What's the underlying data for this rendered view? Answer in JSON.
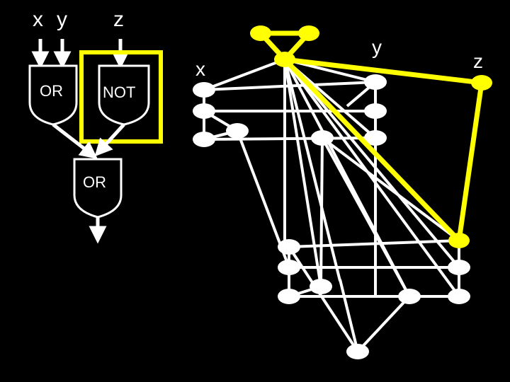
{
  "circuit": {
    "inputs": {
      "x": "x",
      "y": "y",
      "z": "z"
    },
    "gates": {
      "or1": "OR",
      "not": "NOT",
      "or2": "OR"
    }
  },
  "graph": {
    "labels": {
      "x": "x",
      "y": "y",
      "z": "z"
    }
  },
  "colors": {
    "background": "#000000",
    "foreground": "#ffffff",
    "highlight": "#ffff00"
  }
}
